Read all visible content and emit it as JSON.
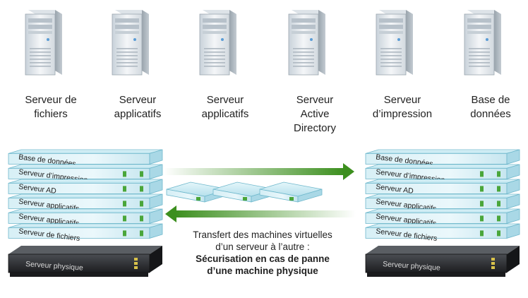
{
  "servers": [
    {
      "label": "Serveur de\nfichiers"
    },
    {
      "label": "Serveur\napplicatifs"
    },
    {
      "label": "Serveur\napplicatifs"
    },
    {
      "label": "Serveur\nActive\nDirectory"
    },
    {
      "label": "Serveur\nd’impression"
    },
    {
      "label": "Base de\ndonnées"
    }
  ],
  "layers": [
    "Base de données",
    "Serveur d’impression",
    "Serveur AD",
    "Serveur applicatifs",
    "Serveur applicatifs",
    "Serveur de fichiers"
  ],
  "physical_label": "Serveur physique",
  "caption": {
    "line1": "Transfert des machines virtuelles",
    "line2": "d’un serveur à l’autre :",
    "bold1": "Sécurisation en cas de panne",
    "bold2": "d’une machine physique"
  },
  "colors": {
    "arrow_green": "#3c8f1e",
    "glass": "#bfe6f0",
    "glass_edge": "#6fb8cc",
    "tower_body": "#e9edf1",
    "physical": "#2b2d30"
  }
}
